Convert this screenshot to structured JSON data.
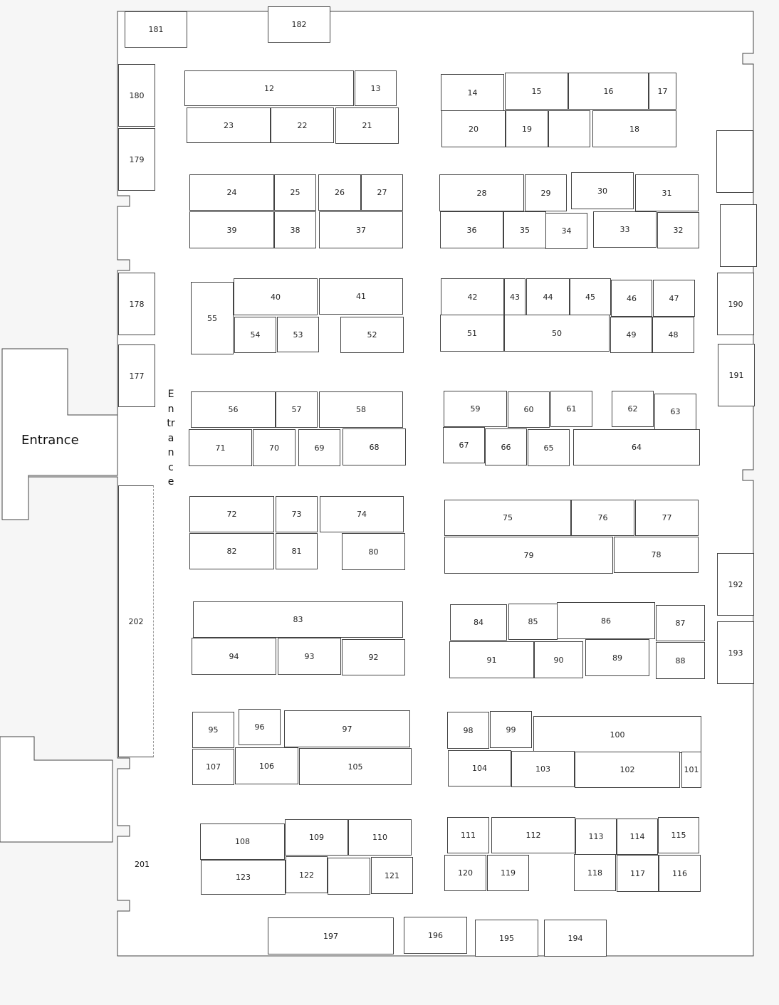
{
  "labels": {
    "entrance_main": "Entrance",
    "entrance_side": "Entrance",
    "room_201": "201"
  },
  "booths": [
    "181",
    "182",
    "180",
    "179",
    "12",
    "13",
    "23",
    "22",
    "21",
    "14",
    "15",
    "16",
    "17",
    "20",
    "19",
    "",
    "18",
    "24",
    "25",
    "26",
    "27",
    "39",
    "38",
    "37",
    "28",
    "29",
    "30",
    "31",
    "36",
    "35",
    "34",
    "33",
    "32",
    "",
    "",
    "178",
    "177",
    "190",
    "191",
    "55",
    "40",
    "41",
    "54",
    "53",
    "52",
    "42",
    "43",
    "44",
    "45",
    "46",
    "47",
    "51",
    "50",
    "49",
    "48",
    "56",
    "57",
    "58",
    "71",
    "70",
    "69",
    "68",
    "59",
    "60",
    "61",
    "62",
    "63",
    "67",
    "66",
    "65",
    "64",
    "72",
    "73",
    "74",
    "82",
    "81",
    "80",
    "75",
    "76",
    "77",
    "79",
    "78",
    "202",
    "83",
    "94",
    "93",
    "92",
    "84",
    "85",
    "86",
    "87",
    "91",
    "90",
    "89",
    "88",
    "192",
    "193",
    "95",
    "96",
    "97",
    "107",
    "106",
    "105",
    "98",
    "99",
    "100",
    "104",
    "103",
    "102",
    "101",
    "108",
    "109",
    "110",
    "123",
    "122",
    "",
    "121",
    "111",
    "112",
    "113",
    "114",
    "115",
    "120",
    "119",
    "118",
    "117",
    "116",
    "197",
    "196",
    "195",
    "194"
  ],
  "colors": {
    "wall": "#444444",
    "floor": "#ffffff",
    "outside": "#f6f6f6"
  }
}
